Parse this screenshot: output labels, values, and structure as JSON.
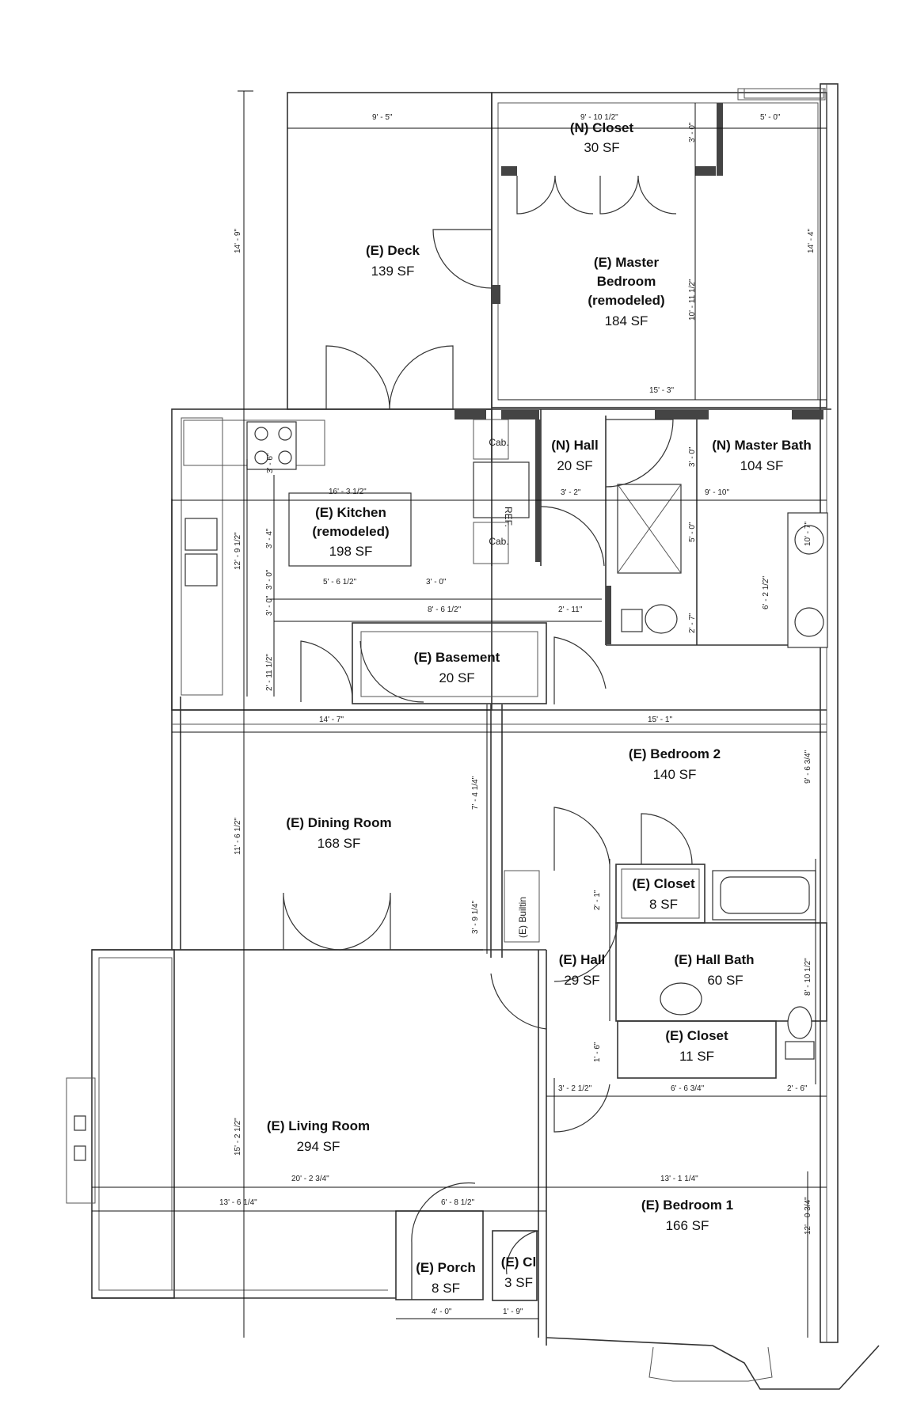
{
  "rooms": {
    "closet_n": {
      "name": "(N) Closet",
      "area": "30 SF"
    },
    "deck": {
      "name": "(E) Deck",
      "area": "139 SF"
    },
    "master_bedroom": {
      "name": [
        "(E) Master",
        "Bedroom",
        "(remodeled)"
      ],
      "area": "184 SF"
    },
    "kitchen": {
      "name": [
        "(E) Kitchen",
        "(remodeled)"
      ],
      "area": "198 SF"
    },
    "hall_n": {
      "name": "(N) Hall",
      "area": "20 SF"
    },
    "master_bath": {
      "name": "(N) Master Bath",
      "area": "104 SF"
    },
    "basement": {
      "name": "(E) Basement",
      "area": "20 SF"
    },
    "dining_room": {
      "name": "(E) Dining Room",
      "area": "168 SF"
    },
    "bedroom_2": {
      "name": "(E) Bedroom 2",
      "area": "140 SF"
    },
    "closet_8": {
      "name": "(E) Closet",
      "area": "8 SF"
    },
    "hall_e": {
      "name": "(E) Hall",
      "area": "29 SF"
    },
    "hall_bath": {
      "name": "(E) Hall Bath",
      "area": "60 SF"
    },
    "closet_11": {
      "name": "(E) Closet",
      "area": "11 SF"
    },
    "living_room": {
      "name": "(E) Living Room",
      "area": "294 SF"
    },
    "bedroom_1": {
      "name": "(E) Bedroom 1",
      "area": "166 SF"
    },
    "porch": {
      "name": "(E) Porch",
      "area": "8 SF"
    },
    "closet_small": {
      "name": "(E) Cl",
      "area": "3 SF"
    }
  },
  "fixture_labels": {
    "cab_top": "Cab.",
    "cab_bottom": "Cab.",
    "ref": "REF.",
    "builtin": "(E) Builtin"
  },
  "dimensions": [
    "9' - 5\"",
    "9' - 10 1/2\"",
    "5' - 0\"",
    "3' - 0\"",
    "14' - 9\"",
    "14' - 4\"",
    "10' - 11 1/2\"",
    "15' - 3\"",
    "3' - 6\"",
    "3' - 0\"",
    "3' - 2\"",
    "9' - 10\"",
    "16' - 3 1/2\"",
    "3' - 4\"",
    "5' - 0\"",
    "10' - 7\"",
    "12' - 9 1/2\"",
    "6' - 2 1/2\"",
    "5' - 6 1/2\"",
    "3' - 0\"",
    "3' - 0\"",
    "3' - 0\"",
    "8' - 6 1/2\"",
    "2' - 11\"",
    "2' - 7\"",
    "2' - 11 1/2\"",
    "14' - 7\"",
    "15' - 1\"",
    "9' - 6 3/4\"",
    "7' - 4 1/4\"",
    "11' - 6 1/2\"",
    "2' - 1\"",
    "3' - 9 1/4\"",
    "8' - 10 1/2\"",
    "1' - 6\"",
    "3' - 2 1/2\"",
    "6' - 6 3/4\"",
    "2' - 6\"",
    "15' - 2 1/2\"",
    "20' - 2 3/4\"",
    "13' - 1 1/4\"",
    "13' - 6 1/4\"",
    "6' - 8 1/2\"",
    "12' - 0 3/4\"",
    "4' - 0\"",
    "1' - 9\""
  ]
}
